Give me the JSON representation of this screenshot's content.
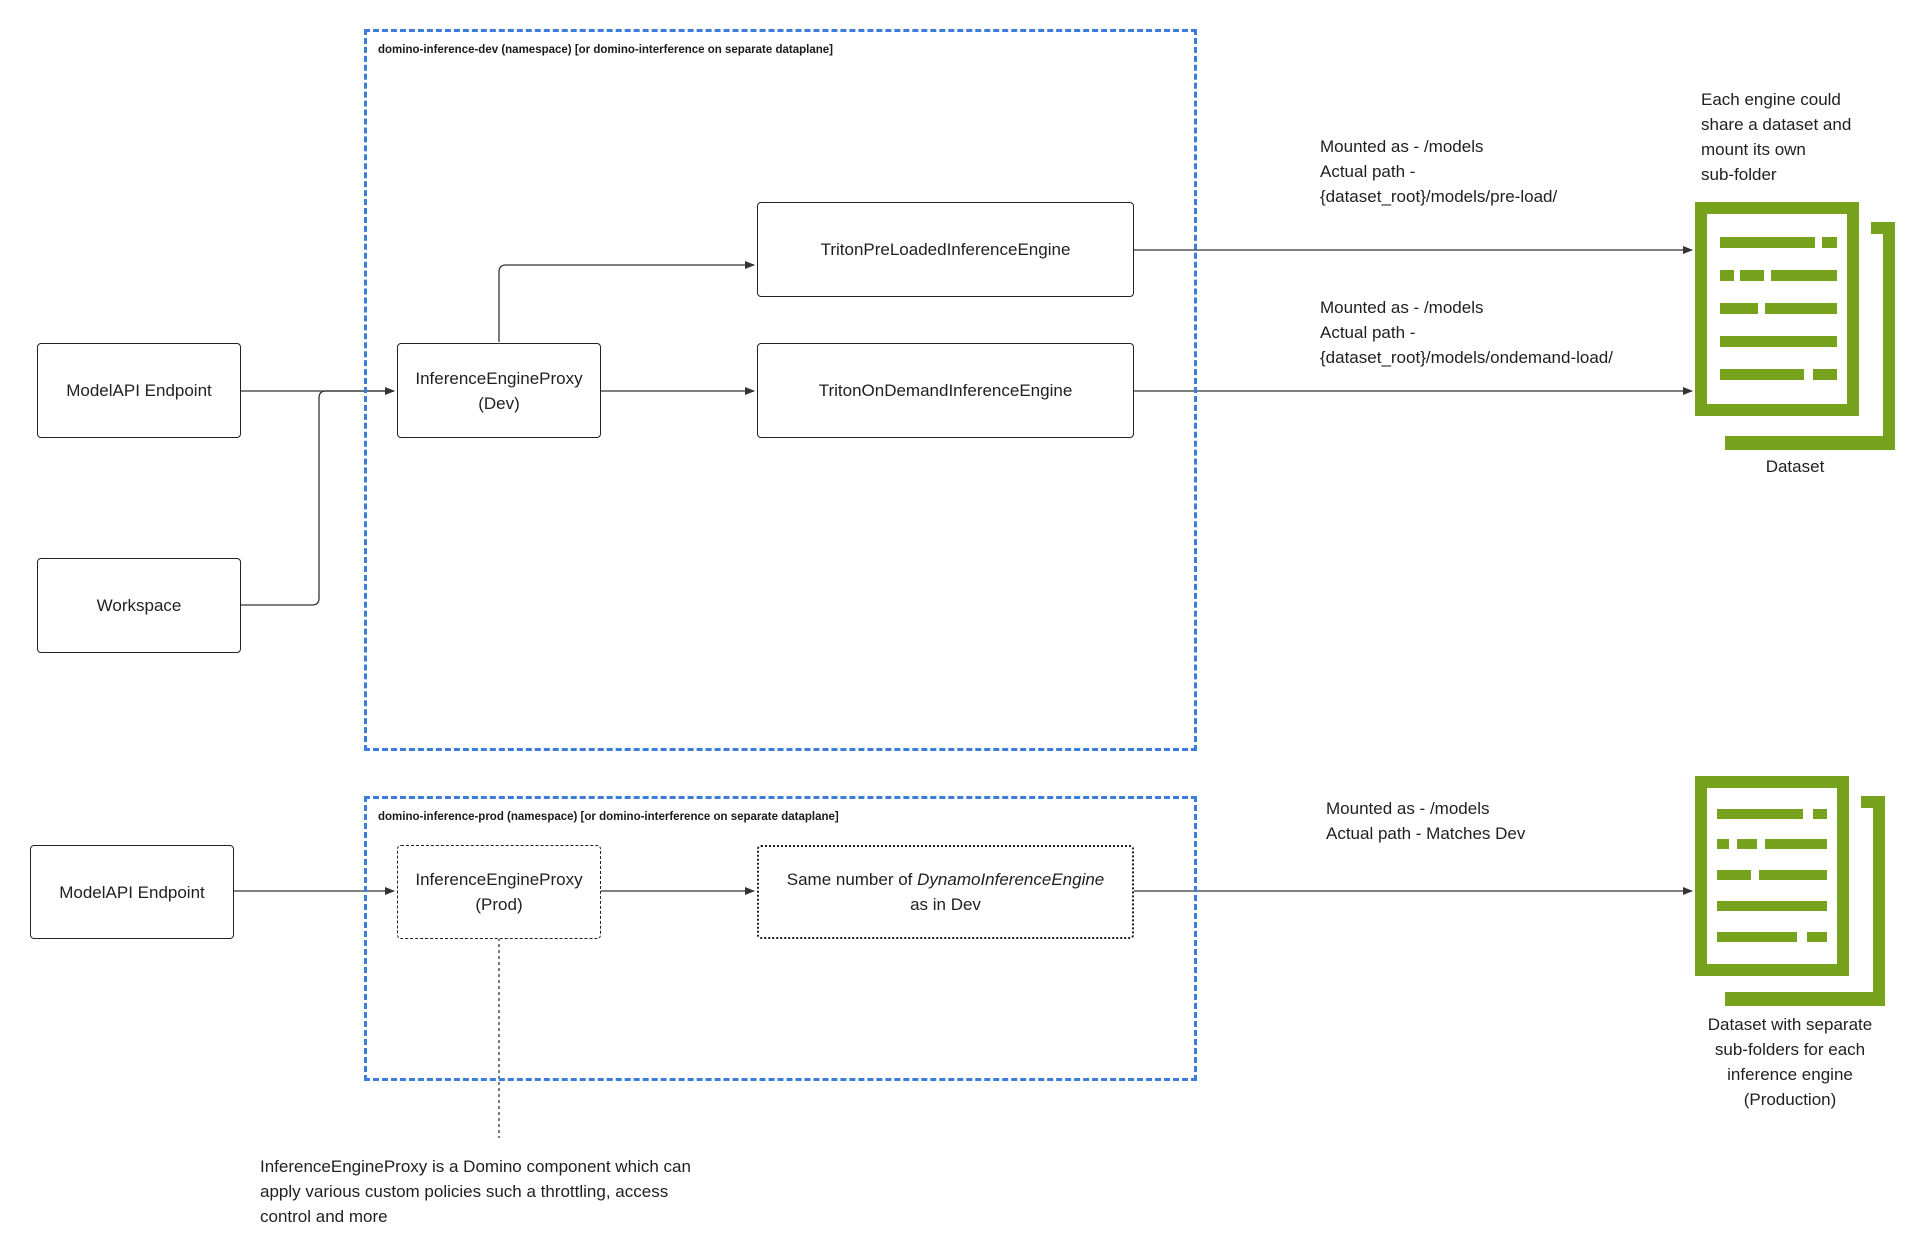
{
  "namespaces": {
    "dev_label": "domino-inference-dev (namespace) [or domino-interference on separate dataplane]",
    "prod_label": "domino-inference-prod (namespace) [or domino-interference on separate dataplane]"
  },
  "dev": {
    "modelapi": "ModelAPI Endpoint",
    "workspace": "Workspace",
    "proxy_line1": "InferenceEngineProxy",
    "proxy_line2": "(Dev)",
    "preloaded": "TritonPreLoadedInferenceEngine",
    "ondemand": "TritonOnDemandInferenceEngine"
  },
  "prod": {
    "modelapi": "ModelAPI Endpoint",
    "proxy_line1": "InferenceEngineProxy",
    "proxy_line2": "(Prod)",
    "engines_prefix": "Same number of ",
    "engines_italic": "DynamoInferenceEngine",
    "engines_line2": "as in Dev"
  },
  "mount_notes": {
    "preload": [
      "Mounted as - /models",
      "Actual path -",
      "{dataset_root}/models/pre-load/"
    ],
    "ondemand": [
      "Mounted as - /models",
      "Actual path -",
      "{dataset_root}/models/ondemand-load/"
    ],
    "prod": [
      "Mounted as - /models",
      "Actual path - Matches Dev"
    ]
  },
  "dataset_note": [
    "Each engine could",
    "share a dataset and",
    "mount its own",
    "sub-folder"
  ],
  "dataset_labels": {
    "dev": "Dataset",
    "prod": [
      "Dataset with separate",
      "sub-folders for each",
      "inference engine",
      "(Production)"
    ]
  },
  "proxy_note": [
    "InferenceEngineProxy is a Domino component which can",
    "apply various custom policies such a throttling, access",
    "control and more"
  ],
  "colors": {
    "namespace_border": "#3b7ddd",
    "dataset_icon": "#76a21e",
    "line": "#333333"
  },
  "icons": [
    "dataset-icon"
  ]
}
